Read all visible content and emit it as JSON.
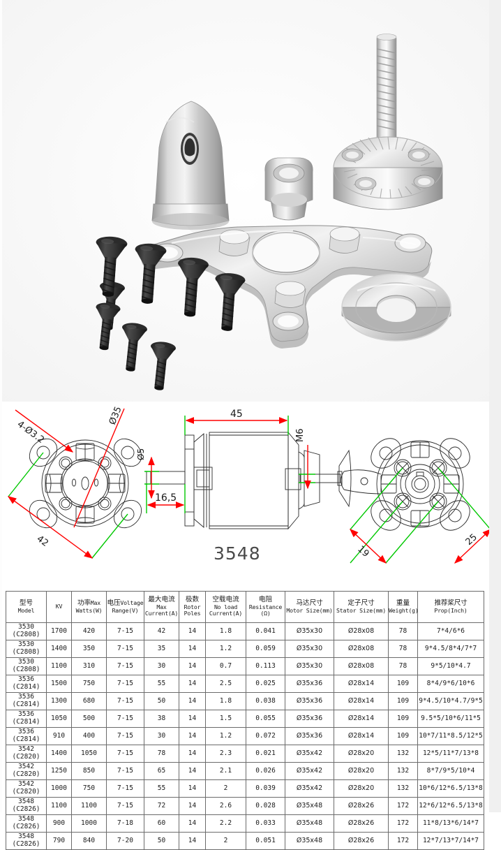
{
  "photo": {
    "alt_name": "brushless-motor-accessories-photo",
    "parts": [
      "spinner-prop-adapter-cone",
      "threaded-shaft-prop-adapter",
      "x-mount-cross-bracket",
      "small-mount-tab",
      "aluminum-washer",
      "black-machine-screws"
    ]
  },
  "drawings": {
    "left_view": {
      "name": "front-face-dimension-view",
      "labels": {
        "hole_pattern": "4-Ø3.2",
        "outer_diameter": "Ø35",
        "shaft_diameter": "Ø5",
        "mount_span": "42"
      }
    },
    "middle_view": {
      "name": "motor-side-profile-view",
      "labels": {
        "body_length": "45",
        "shaft_front_length": "16,5",
        "thread_spec": "M6"
      },
      "caption": "3548"
    },
    "right_view": {
      "name": "rear-face-dimension-view",
      "labels": {
        "bolt_circle_small": "19",
        "bolt_circle_large": "25"
      }
    },
    "colors": {
      "dimension_line": "#ff0000",
      "extension_line": "#00c800",
      "outline": "#2a2a2a"
    }
  },
  "spec_table": {
    "name": "motor-specification-table",
    "columns": [
      {
        "cn": "型号",
        "en": "Model",
        "layout": "stacked"
      },
      {
        "cn": "",
        "en": "KV",
        "layout": "single"
      },
      {
        "cn": "功率",
        "en": "Max",
        "en2": "Watts(W)",
        "layout": "mixed"
      },
      {
        "cn": "电压",
        "en": "Voltage",
        "en2": "Range(V)",
        "layout": "mixed"
      },
      {
        "cn": "最大电流",
        "en": "Max",
        "en2": "Current(A)",
        "layout": "stacked3"
      },
      {
        "cn": "极数",
        "en": "Rotor",
        "en2": "Poles",
        "layout": "stacked3"
      },
      {
        "cn": "空载电流",
        "en": "No load",
        "en2": "Current(A)",
        "layout": "stacked3"
      },
      {
        "cn": "电阻",
        "en": "Resistance",
        "en2": "(Ω)",
        "layout": "stacked3"
      },
      {
        "cn": "马达尺寸",
        "en": "Motor Size(mm)",
        "layout": "stacked"
      },
      {
        "cn": "定子尺寸",
        "en": "Stator Size(mm)",
        "layout": "stacked"
      },
      {
        "cn": "重量",
        "en": "Weight(g)",
        "layout": "stacked"
      },
      {
        "cn": "推荐桨尺寸",
        "en": "Prop(Inch)",
        "layout": "inline"
      }
    ],
    "rows": [
      {
        "model": "3530",
        "code": "(C2808)",
        "kv": "1700",
        "watts": "420",
        "volts": "7-15",
        "max_current": "42",
        "poles": "14",
        "no_load": "1.8",
        "resistance": "0.041",
        "motor_size": "Ø35x30",
        "stator_size": "Ø28x08",
        "weight": "78",
        "prop": "7*4/6*6"
      },
      {
        "model": "3530",
        "code": "(C2808)",
        "kv": "1400",
        "watts": "350",
        "volts": "7-15",
        "max_current": "35",
        "poles": "14",
        "no_load": "1.2",
        "resistance": "0.059",
        "motor_size": "Ø35x30",
        "stator_size": "Ø28x08",
        "weight": "78",
        "prop": "9*4.5/8*4/7*7"
      },
      {
        "model": "3530",
        "code": "(C2808)",
        "kv": "1100",
        "watts": "310",
        "volts": "7-15",
        "max_current": "30",
        "poles": "14",
        "no_load": "0.7",
        "resistance": "0.113",
        "motor_size": "Ø35x30",
        "stator_size": "Ø28x08",
        "weight": "78",
        "prop": "9*5/10*4.7"
      },
      {
        "model": "3536",
        "code": "(C2814)",
        "kv": "1500",
        "watts": "750",
        "volts": "7-15",
        "max_current": "55",
        "poles": "14",
        "no_load": "2.5",
        "resistance": "0.025",
        "motor_size": "Ø35x36",
        "stator_size": "Ø28x14",
        "weight": "109",
        "prop": "8*4/9*6/10*6"
      },
      {
        "model": "3536",
        "code": "(C2814)",
        "kv": "1300",
        "watts": "680",
        "volts": "7-15",
        "max_current": "50",
        "poles": "14",
        "no_load": "1.8",
        "resistance": "0.038",
        "motor_size": "Ø35x36",
        "stator_size": "Ø28x14",
        "weight": "109",
        "prop": "9*4.5/10*4.7/9*5"
      },
      {
        "model": "3536",
        "code": "(C2814)",
        "kv": "1050",
        "watts": "500",
        "volts": "7-15",
        "max_current": "38",
        "poles": "14",
        "no_load": "1.5",
        "resistance": "0.055",
        "motor_size": "Ø35x36",
        "stator_size": "Ø28x14",
        "weight": "109",
        "prop": "9.5*5/10*6/11*5"
      },
      {
        "model": "3536",
        "code": "(C2814)",
        "kv": "910",
        "watts": "400",
        "volts": "7-15",
        "max_current": "30",
        "poles": "14",
        "no_load": "1.2",
        "resistance": "0.072",
        "motor_size": "Ø35x36",
        "stator_size": "Ø28x14",
        "weight": "109",
        "prop": "10*7/11*8.5/12*5"
      },
      {
        "model": "3542",
        "code": "(C2820)",
        "kv": "1400",
        "watts": "1050",
        "volts": "7-15",
        "max_current": "78",
        "poles": "14",
        "no_load": "2.3",
        "resistance": "0.021",
        "motor_size": "Ø35x42",
        "stator_size": "Ø28x20",
        "weight": "132",
        "prop": "12*5/11*7/13*8"
      },
      {
        "model": "3542",
        "code": "(C2820)",
        "kv": "1250",
        "watts": "850",
        "volts": "7-15",
        "max_current": "65",
        "poles": "14",
        "no_load": "2.1",
        "resistance": "0.026",
        "motor_size": "Ø35x42",
        "stator_size": "Ø28x20",
        "weight": "132",
        "prop": "8*7/9*5/10*4"
      },
      {
        "model": "3542",
        "code": "(C2820)",
        "kv": "1000",
        "watts": "750",
        "volts": "7-15",
        "max_current": "55",
        "poles": "14",
        "no_load": "2",
        "resistance": "0.039",
        "motor_size": "Ø35x42",
        "stator_size": "Ø28x20",
        "weight": "132",
        "prop": "10*6/12*6.5/13*8"
      },
      {
        "model": "3548",
        "code": "(C2826)",
        "kv": "1100",
        "watts": "1100",
        "volts": "7-15",
        "max_current": "72",
        "poles": "14",
        "no_load": "2.6",
        "resistance": "0.028",
        "motor_size": "Ø35x48",
        "stator_size": "Ø28x26",
        "weight": "172",
        "prop": "12*6/12*6.5/13*8"
      },
      {
        "model": "3548",
        "code": "(C2826)",
        "kv": "900",
        "watts": "1000",
        "volts": "7-18",
        "max_current": "60",
        "poles": "14",
        "no_load": "2.2",
        "resistance": "0.033",
        "motor_size": "Ø35x48",
        "stator_size": "Ø28x26",
        "weight": "172",
        "prop": "11*8/13*6/14*7"
      },
      {
        "model": "3548",
        "code": "(C2826)",
        "kv": "790",
        "watts": "840",
        "volts": "7-20",
        "max_current": "50",
        "poles": "14",
        "no_load": "2",
        "resistance": "0.051",
        "motor_size": "Ø35x48",
        "stator_size": "Ø28x26",
        "weight": "172",
        "prop": "12*7/13*7/14*7"
      }
    ]
  }
}
